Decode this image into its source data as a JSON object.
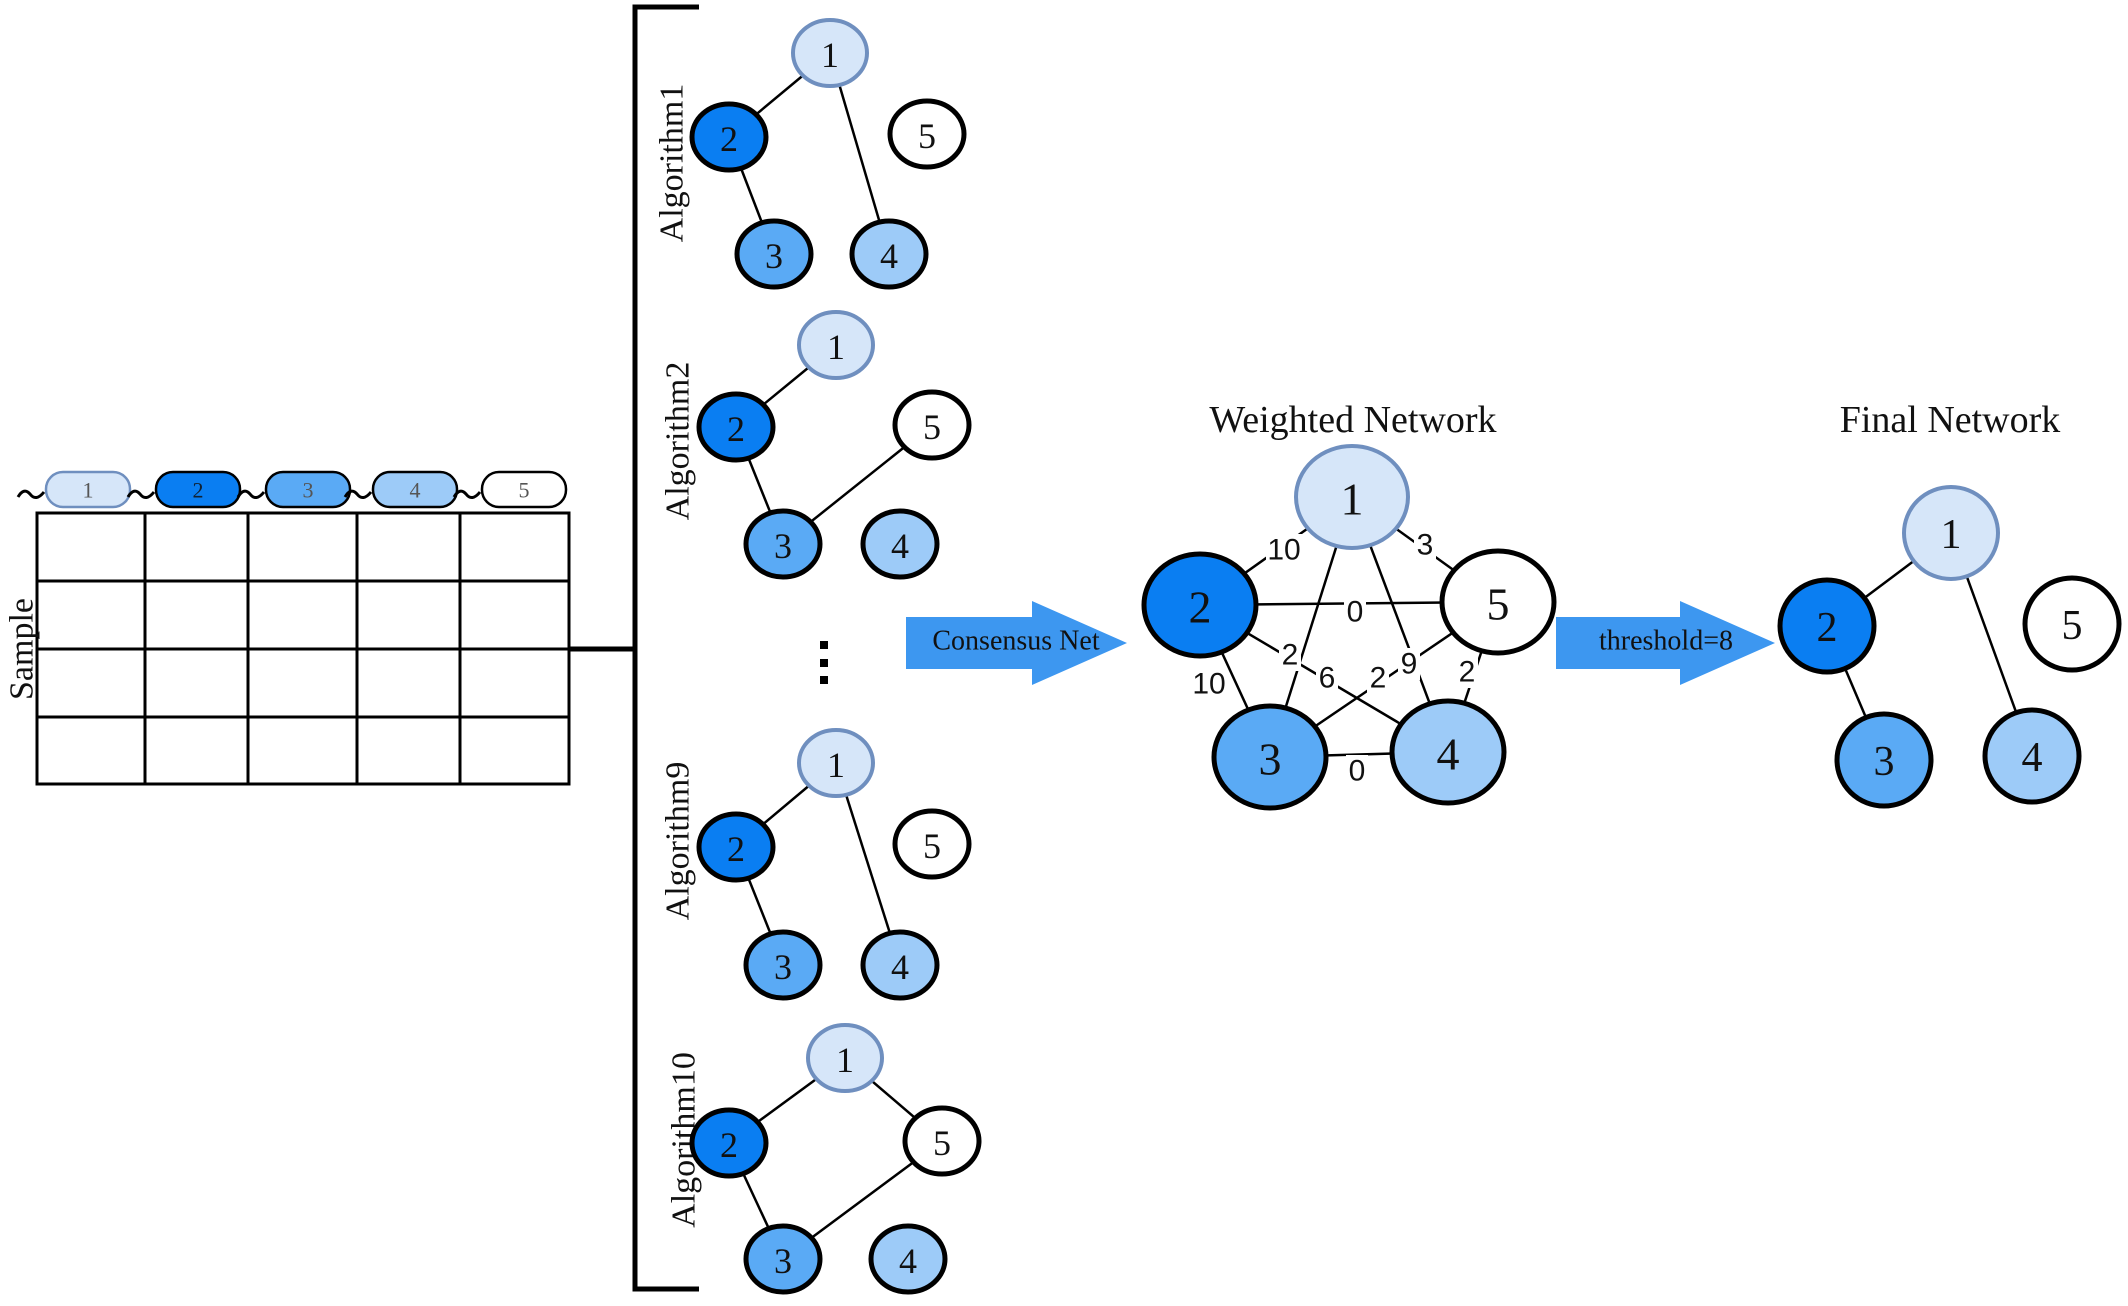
{
  "colors": {
    "node1": "#d6e6f9",
    "node1_stroke": "#6f8fbf",
    "node2": "#0a7ef2",
    "node3": "#5aaaf5",
    "node4": "#9dcbf8",
    "node5": "#ffffff",
    "arrow": "#3d97f0"
  },
  "genes": [
    "1",
    "2",
    "3",
    "4",
    "5"
  ],
  "matrix": {
    "label": "Sample",
    "rows": 4,
    "cols": 5
  },
  "algorithms": [
    {
      "label": "Algorithm1",
      "edges": [
        [
          "1",
          "2"
        ],
        [
          "2",
          "3"
        ],
        [
          "1",
          "4"
        ]
      ]
    },
    {
      "label": "Algorithm2",
      "edges": [
        [
          "1",
          "2"
        ],
        [
          "2",
          "3"
        ],
        [
          "3",
          "5"
        ]
      ]
    },
    {
      "label": "Algorithm9",
      "edges": [
        [
          "1",
          "2"
        ],
        [
          "2",
          "3"
        ],
        [
          "1",
          "4"
        ]
      ]
    },
    {
      "label": "Algorithm10",
      "edges": [
        [
          "1",
          "2"
        ],
        [
          "2",
          "3"
        ],
        [
          "3",
          "5"
        ],
        [
          "1",
          "5"
        ]
      ]
    }
  ],
  "ellipsis": "⋮",
  "consensus_arrow": {
    "label": "Consensus Net"
  },
  "weighted": {
    "title": "Weighted Network",
    "edges": [
      {
        "a": "1",
        "b": "2",
        "w": "10"
      },
      {
        "a": "1",
        "b": "5",
        "w": "3"
      },
      {
        "a": "2",
        "b": "5",
        "w": "0"
      },
      {
        "a": "1",
        "b": "3",
        "w": "2"
      },
      {
        "a": "1",
        "b": "4",
        "w": "9"
      },
      {
        "a": "2",
        "b": "3",
        "w": "10"
      },
      {
        "a": "3",
        "b": "5",
        "w": "6"
      },
      {
        "a": "2",
        "b": "4",
        "w": "2"
      },
      {
        "a": "4",
        "b": "5",
        "w": "2"
      },
      {
        "a": "3",
        "b": "4",
        "w": "0"
      }
    ]
  },
  "threshold_arrow": {
    "label": "threshold=8"
  },
  "final": {
    "title": "Final Network",
    "edges": [
      [
        "1",
        "2"
      ],
      [
        "2",
        "3"
      ],
      [
        "1",
        "4"
      ]
    ]
  }
}
